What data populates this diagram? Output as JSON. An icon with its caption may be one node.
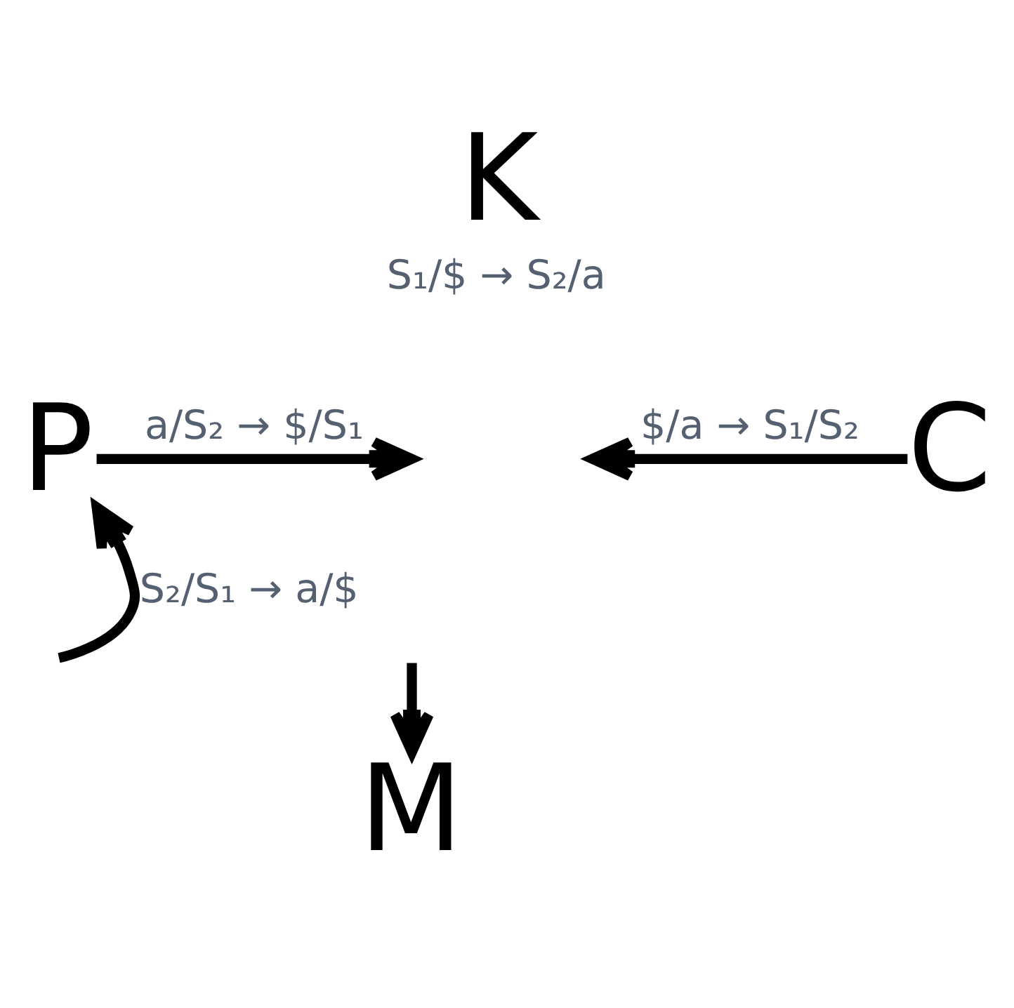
{
  "diagram": {
    "nodes": [
      {
        "text": [
          "K"
        ],
        "beside": [
          "S₁/$ → S₂/a"
        ]
      },
      {
        "text": [
          "P"
        ]
      },
      {
        "text": [
          "C"
        ]
      },
      {
        "text": [
          "M"
        ]
      }
    ],
    "edges": [
      {
        "from": 1,
        "to": null,
        "arrow": "to",
        "label": "a/S₂ → $/S₁"
      },
      {
        "from": 2,
        "to": null,
        "arrow": "to",
        "label": "$/a → S₁/S₂"
      },
      {
        "from": null,
        "to": 3,
        "arrow": "to"
      },
      {
        "from": null,
        "to": 1,
        "arrow": "to",
        "label": "S₂/S₁ → a/$"
      }
    ]
  }
}
